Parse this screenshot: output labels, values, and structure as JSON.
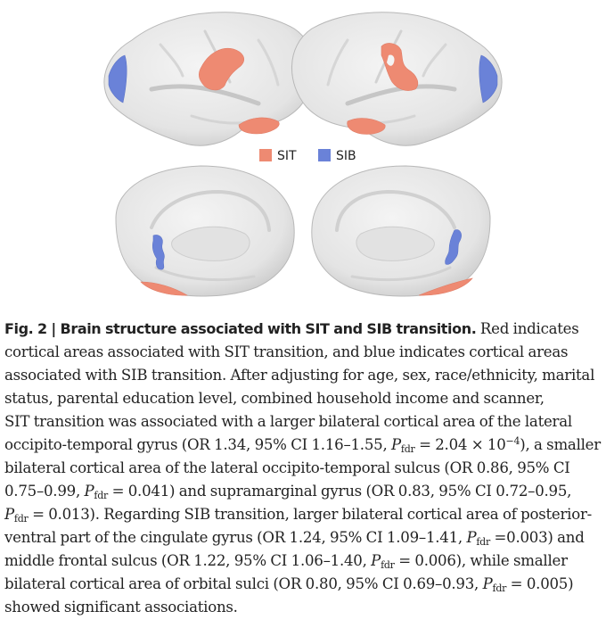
{
  "colors": {
    "SIT": "#ee8a72",
    "SIB": "#6a82d8",
    "brain_light": "#eeeeee",
    "brain_dark": "#c9c9c9"
  },
  "legend": [
    {
      "label": "SIT",
      "color": "#ee8a72"
    },
    {
      "label": "SIB",
      "color": "#6a82d8"
    }
  ],
  "caption": {
    "label": "Fig. 2 | Brain structure associated with SIT and SIB transition.",
    "l1": " Red indicates",
    "l2": "cortical areas associated with SIT transition, and blue indicates cortical areas",
    "l3": "associated with SIB transition. After adjusting for age, sex, race/ethnicity, marital",
    "l4": "status, parental education level, combined household income and scanner,",
    "l5": "SIT transition was associated with a larger bilateral cortical area of the lateral",
    "l6a": "occipito-temporal gyrus (OR 1.34, 95% CI 1.16–1.55, ",
    "l6b": " = 2.04 × 10",
    "l6exp": "−4",
    "l6c": "), a smaller",
    "l7": "bilateral cortical area of the lateral occipito-temporal sulcus (OR 0.86, 95% CI",
    "l8a": "0.75–0.99, ",
    "l8b": " = 0.041) and supramarginal gyrus (OR 0.83, 95% CI 0.72–0.95,",
    "l9b": " = 0.013). Regarding SIB transition, larger bilateral cortical area of posterior-",
    "l10a": "ventral part of the cingulate gyrus (OR 1.24, 95% CI 1.09–1.41, ",
    "l10b": " =0.003) and",
    "l11a": "middle frontal sulcus (OR 1.22, 95% CI 1.06–1.40, ",
    "l11b": " = 0.006), while smaller",
    "l12a": "bilateral cortical area of orbital sulci (OR 0.80, 95% CI 0.69–0.93, ",
    "l12b": " = 0.005)",
    "l13": "showed significant associations.",
    "p_symbol": "P",
    "p_sub": "fdr"
  }
}
